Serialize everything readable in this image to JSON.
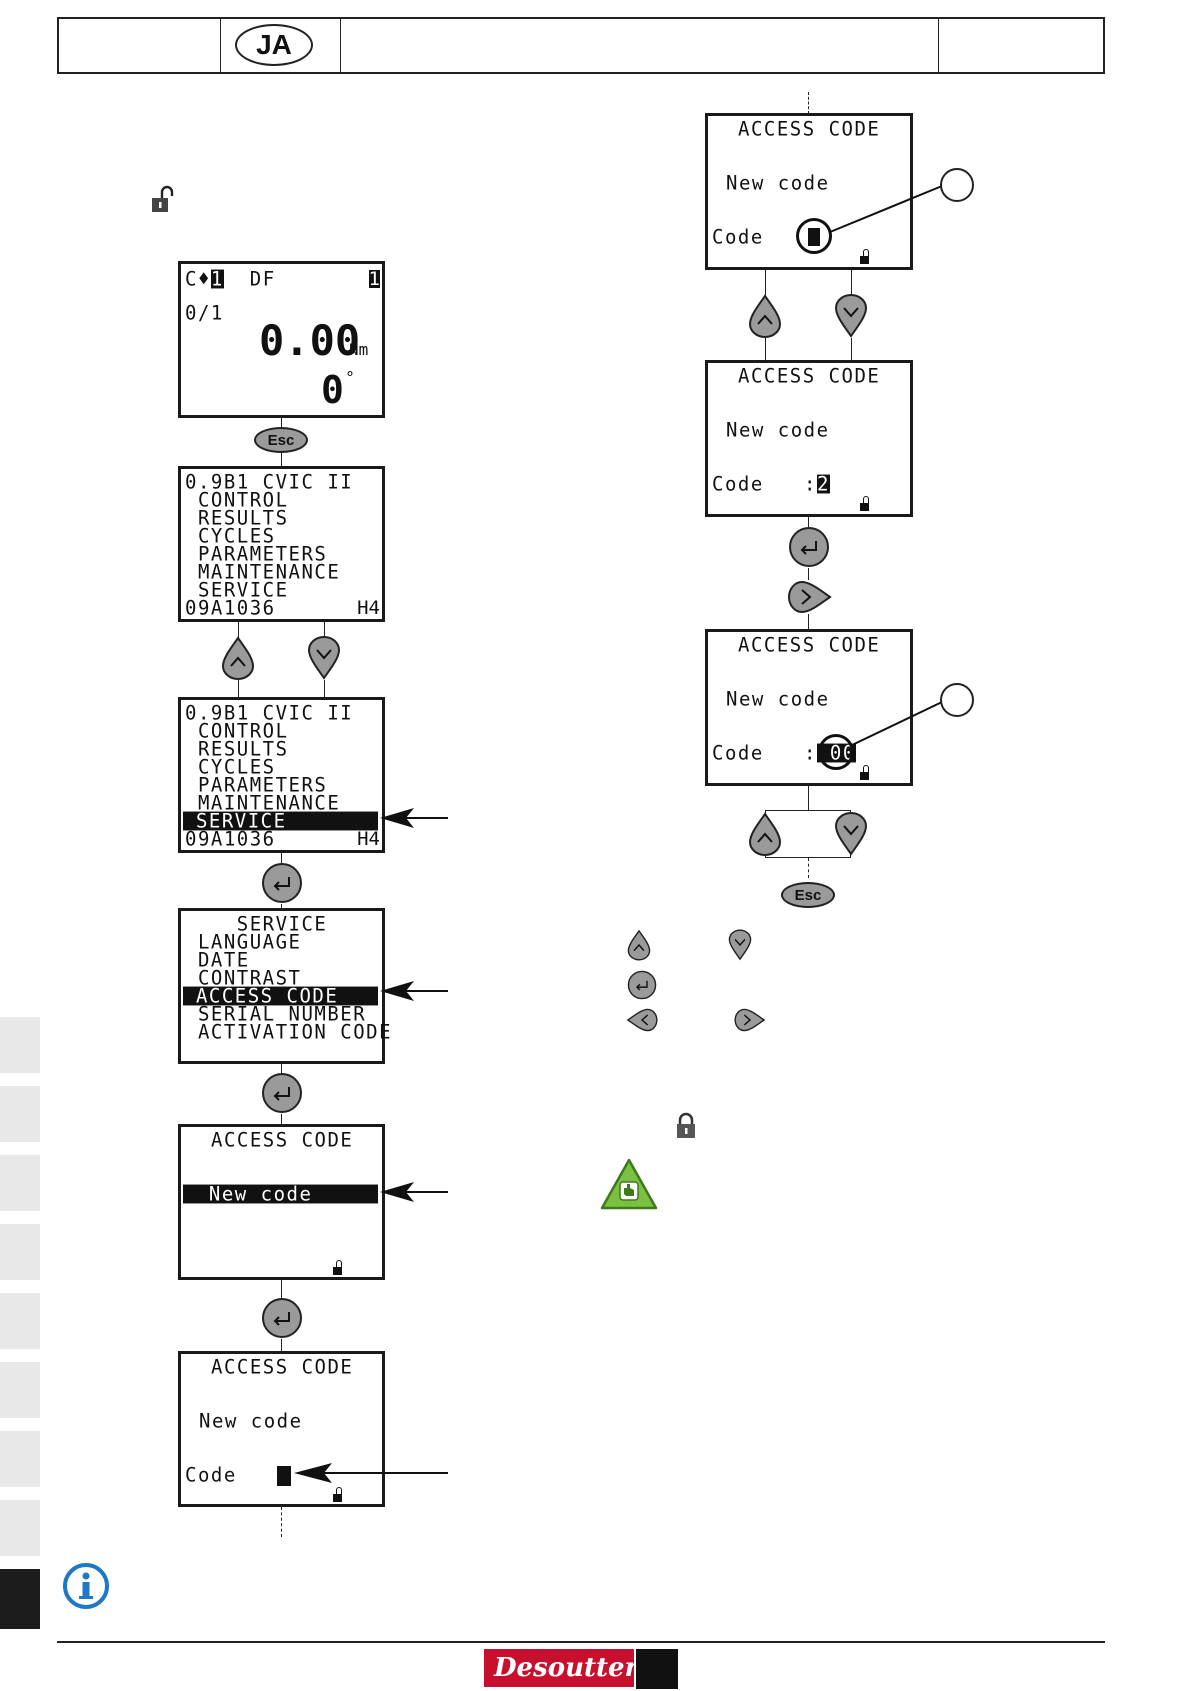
{
  "header": {
    "lang_code": "JA"
  },
  "screens": {
    "main": {
      "line1_left": "C",
      "line1_prog": "1",
      "line1_mid": "DF",
      "line1_right": "1",
      "line2": "0/1",
      "torque": "0.00",
      "torque_unit": "Nm",
      "angle": "0",
      "angle_unit": "°"
    },
    "menu1": {
      "lines": [
        "0.9B1 CVIC II",
        " CONTROL",
        " RESULTS",
        " CYCLES",
        " PARAMETERS",
        " MAINTENANCE",
        " SERVICE"
      ],
      "footer_left": "09A1036",
      "footer_right": "H4"
    },
    "menu2": {
      "lines": [
        "0.9B1 CVIC II",
        " CONTROL",
        " RESULTS",
        " CYCLES",
        " PARAMETERS",
        " MAINTENANCE",
        " SERVICE"
      ],
      "footer_left": "09A1036",
      "footer_right": "H4"
    },
    "service": {
      "lines": [
        "    SERVICE",
        " LANGUAGE",
        " DATE",
        " CONTRAST",
        " ACCESS CODE",
        " SERIAL NUMBER",
        " ACTIVATION CODE"
      ]
    },
    "access_title": "ACCESS CODE",
    "new_code": "New code",
    "code_label": "Code",
    "code_value_2": "2",
    "code_value_3": "00"
  },
  "keys": {
    "esc": "Esc"
  },
  "icons": [
    "unlock-icon",
    "lock-icon",
    "up-key-icon",
    "down-key-icon",
    "enter-key-icon",
    "left-key-icon",
    "right-key-icon",
    "info-icon",
    "tip-icon"
  ],
  "footer": {
    "brand": "Desoutter"
  },
  "colors": {
    "tip_green": "#7bc043",
    "info_blue": "#1f77c8",
    "brand_red": "#c8102e"
  }
}
